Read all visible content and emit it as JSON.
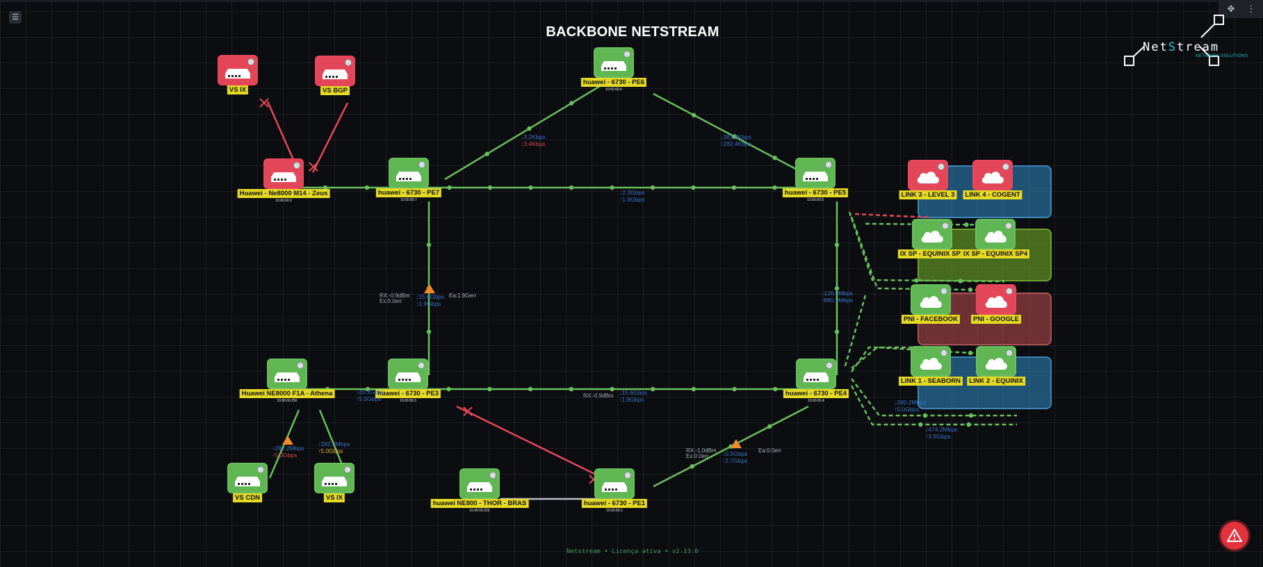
{
  "title": "BACKBONE NETSTREAM",
  "logo": {
    "prefix": "Net",
    "accent": "S",
    "suffix": "tream",
    "tagline": "NETWORK SOLUTIONS"
  },
  "footer": "Netstream • Licença ativa • v2.13.0",
  "colors": {
    "up": "#6abf5e",
    "down": "#e8485a",
    "label_bg": "#e4d924",
    "accent": "#1fd0d8"
  },
  "icons": {
    "router": "router-icon",
    "cloud": "cloud-icon",
    "warning": "warning-icon",
    "menu": "menu-icon",
    "move": "move-icon",
    "more": "more-vert-icon",
    "alert": "alert-icon"
  },
  "nodes": [
    {
      "id": "vsix1",
      "label": "VS IX",
      "ip": "",
      "type": "router",
      "status": "down"
    },
    {
      "id": "vsbgp",
      "label": "VS BGP",
      "ip": "",
      "type": "router",
      "status": "down"
    },
    {
      "id": "zeus",
      "label": "Huawei - Ne8000 M14 - Zeus",
      "ip": "10.60.60.0",
      "type": "router",
      "status": "down"
    },
    {
      "id": "pe7",
      "label": "huawei - 6730 - PE7",
      "ip": "10.60.60.7",
      "type": "router",
      "status": "up"
    },
    {
      "id": "pe6",
      "label": "huawei - 6730 - PE6",
      "ip": "10.60.60.6",
      "type": "router",
      "status": "up"
    },
    {
      "id": "pe5",
      "label": "huawei - 6730 - PE5",
      "ip": "10.60.60.5",
      "type": "router",
      "status": "up"
    },
    {
      "id": "athena",
      "label": "Huawei NE8000 F1A - Athena",
      "ip": "10.60.60.250",
      "type": "router",
      "status": "up"
    },
    {
      "id": "pe3",
      "label": "huawei - 6730 - PE3",
      "ip": "10.60.60.3",
      "type": "router",
      "status": "up"
    },
    {
      "id": "pe4",
      "label": "huawei - 6730 - PE4",
      "ip": "10.60.60.4",
      "type": "router",
      "status": "up"
    },
    {
      "id": "vscdn",
      "label": "VS CDN",
      "ip": "",
      "type": "router",
      "status": "up"
    },
    {
      "id": "vsix2",
      "label": "VS IX",
      "ip": "",
      "type": "router",
      "status": "up"
    },
    {
      "id": "thor",
      "label": "huawei NE800 - THOR - BRAS",
      "ip": "10.60.60.222",
      "type": "router",
      "status": "up"
    },
    {
      "id": "pe1",
      "label": "huawei - 6730 - PE1",
      "ip": "10.60.60.1",
      "type": "router",
      "status": "up"
    },
    {
      "id": "level3",
      "label": "LINK 3 - LEVEL 3",
      "ip": "",
      "type": "cloud",
      "status": "down"
    },
    {
      "id": "cogent",
      "label": "LINK 4 - COGENT",
      "ip": "",
      "type": "cloud",
      "status": "down"
    },
    {
      "id": "sp1",
      "label": "IX SP - EQUINIX SP1",
      "ip": "",
      "type": "cloud",
      "status": "up"
    },
    {
      "id": "sp4",
      "label": "IX SP - EQUINIX SP4",
      "ip": "",
      "type": "cloud",
      "status": "up"
    },
    {
      "id": "facebook",
      "label": "PNI - FACEBOOK",
      "ip": "",
      "type": "cloud",
      "status": "up"
    },
    {
      "id": "google",
      "label": "PNI - GOOGLE",
      "ip": "",
      "type": "cloud",
      "status": "down"
    },
    {
      "id": "seaborn",
      "label": "LINK 1 - SEABORN",
      "ip": "",
      "type": "cloud",
      "status": "up"
    },
    {
      "id": "equinix",
      "label": "LINK 2 - EQUINIX",
      "ip": "",
      "type": "cloud",
      "status": "up"
    }
  ],
  "traffic": [
    {
      "id": "pe7-pe6",
      "down": "↓3.2Kbps",
      "up": "↑3.4Kbps",
      "up_color": "r"
    },
    {
      "id": "pe6-pe5",
      "down": "↓363.9Kbps",
      "up": "↑282.4Kbps",
      "up_color": "b"
    },
    {
      "id": "pe7-pe5",
      "down": "↓2.3Gbps",
      "up": "↑1.9Gbps",
      "up_color": "b"
    },
    {
      "id": "pe7-pe3",
      "down": "↓15.6Gbps",
      "up": "↑1.9Gbps",
      "up_color": "b"
    },
    {
      "id": "pe5-pe4",
      "down": "↓126.0Mbps",
      "up": "↑885.9Mbps",
      "up_color": "b"
    },
    {
      "id": "athena-pe3",
      "down": "↓20.2Gbps",
      "up": "↑5.0Gbps",
      "up_color": "b"
    },
    {
      "id": "pe3-pe4",
      "down": "↓15.6Gbps",
      "up": "↑1.9Gbps",
      "up_color": "b"
    },
    {
      "id": "athena-vscdn",
      "down": "↓282.2Mbps",
      "up": "↑5.0Gbps",
      "up_color": "r"
    },
    {
      "id": "athena-vsix2",
      "down": "↓282.2Mbps",
      "up": "↑5.0Gbps",
      "up_color": "o"
    },
    {
      "id": "pe1-pe4",
      "down": "↓0.5Gbps",
      "up": "↑2.7Gbps",
      "up_color": "b"
    },
    {
      "id": "pe4-seaborn",
      "down": "↓280.2Mbps",
      "up": "↑5.0Gbps",
      "up_color": "b"
    },
    {
      "id": "pe4-equinix",
      "down": "↓474.2Mbps",
      "up": "↑3.5Gbps",
      "up_color": "b"
    }
  ],
  "optics": [
    {
      "id": "pe7-pe3-a",
      "rx": "RX:-0.9dBm",
      "err": "Ex:0.0err"
    },
    {
      "id": "pe7-pe3-b",
      "rx": "",
      "err": "Ea:1.9Gerr"
    },
    {
      "id": "pe3-pe4",
      "rx": "RX:-0.9dBm",
      "err": ""
    },
    {
      "id": "pe1-pe4-a",
      "rx": "RX:-1.0dBm",
      "err": "Ex:0.0err"
    },
    {
      "id": "pe1-pe4-b",
      "rx": "",
      "err": "Ea:0.0err"
    }
  ]
}
